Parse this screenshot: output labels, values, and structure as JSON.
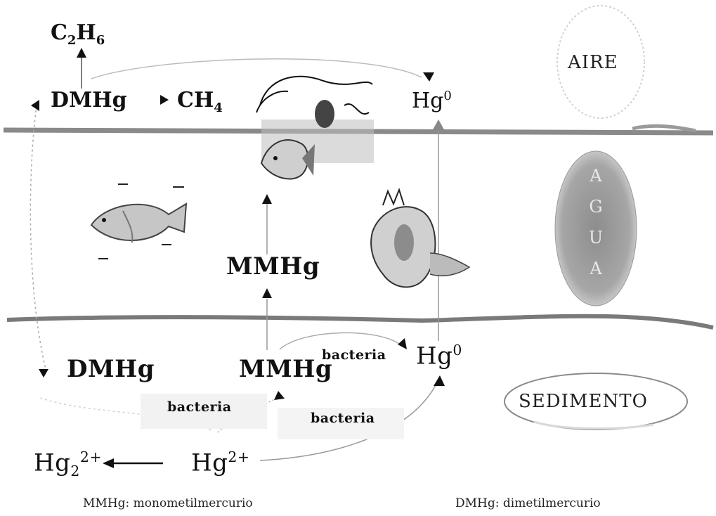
{
  "zones": {
    "air": "AIRE",
    "water": [
      "A",
      "G",
      "U",
      "A"
    ],
    "sediment": "SEDIMENTO"
  },
  "species": {
    "c2h6": {
      "base": "C",
      "sub1": "2",
      "mid": "H",
      "sub2": "6"
    },
    "dmhg_air": "DMHg",
    "ch4": {
      "base": "CH",
      "sub": "4"
    },
    "hg0_air": {
      "base": "Hg",
      "sup": "0"
    },
    "mmhg_water": "MMHg",
    "dmhg_sed": "DMHg",
    "mmhg_sed": "MMHg",
    "hg0_sed": {
      "base": "Hg",
      "sup": "0"
    },
    "hg2_2": {
      "base": "Hg",
      "sub": "2",
      "sup": "2+"
    },
    "hg2": {
      "base": "Hg",
      "sup": "2+"
    }
  },
  "processes": {
    "bacteria_mmhg_hg0": "bacteria",
    "bacteria_hg2_mmhg": "bacteria",
    "bacteria_hg2_hg0": "bacteria"
  },
  "footnotes": {
    "mmhg": "MMHg: monometilmercurio",
    "dmhg": "DMHg: dimetilmercurio"
  },
  "colors": {
    "ink": "#111111",
    "surface_line": "#8a8a8a",
    "sediment_line": "#7a7a7a",
    "water_ellipse": "#9a9a9a",
    "arrow_dashed": "#aaaaaa"
  }
}
